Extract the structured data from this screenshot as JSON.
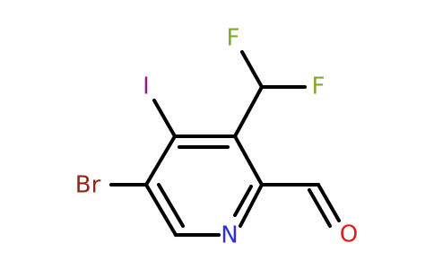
{
  "molecule": {
    "atoms": {
      "n_ring": {
        "label": "N",
        "color": "#2f2fd8"
      },
      "br": {
        "label": "Br",
        "color": "#8b2a1a"
      },
      "i": {
        "label": "I",
        "color": "#8f1a8f"
      },
      "f_left": {
        "label": "F",
        "color": "#7fa830"
      },
      "f_right": {
        "label": "F",
        "color": "#7fa830"
      },
      "o_aldehyde": {
        "label": "O",
        "color": "#e02020"
      }
    },
    "bond_color": "#000000"
  }
}
